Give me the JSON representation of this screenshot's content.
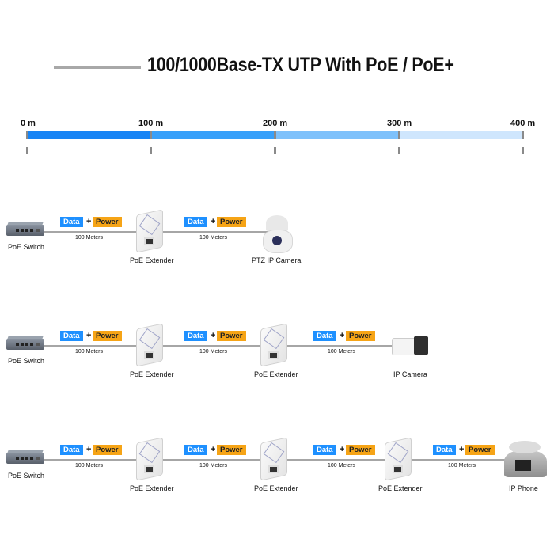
{
  "title": "100/1000Base-TX UTP With PoE / PoE+",
  "scale": {
    "labels": [
      "0 m",
      "100 m",
      "200 m",
      "300 m",
      "400 m"
    ],
    "segment_colors": [
      "#1784f5",
      "#37a0fa",
      "#7ec1fb",
      "#cfe6fd"
    ],
    "tick_color": "#8a8a8a"
  },
  "badges": {
    "data": "Data",
    "plus": "+",
    "power": "Power"
  },
  "distance_label": "100 Meters",
  "devices": {
    "switch": "PoE Switch",
    "extender": "PoE Extender",
    "ptz": "PTZ IP Camera",
    "ipcam": "IP Camera",
    "phone": "IP Phone"
  },
  "rows": [
    {
      "devices": [
        "PoE Switch",
        "PoE Extender",
        "PTZ IP Camera"
      ],
      "segments": 2
    },
    {
      "devices": [
        "PoE Switch",
        "PoE Extender",
        "PoE Extender",
        "IP Camera"
      ],
      "segments": 3
    },
    {
      "devices": [
        "PoE Switch",
        "PoE Extender",
        "PoE Extender",
        "PoE Extender",
        "IP Phone"
      ],
      "segments": 4
    }
  ],
  "colors": {
    "data": "#1e90ff",
    "power": "#f6a416",
    "cable": "#a6a6a6"
  }
}
